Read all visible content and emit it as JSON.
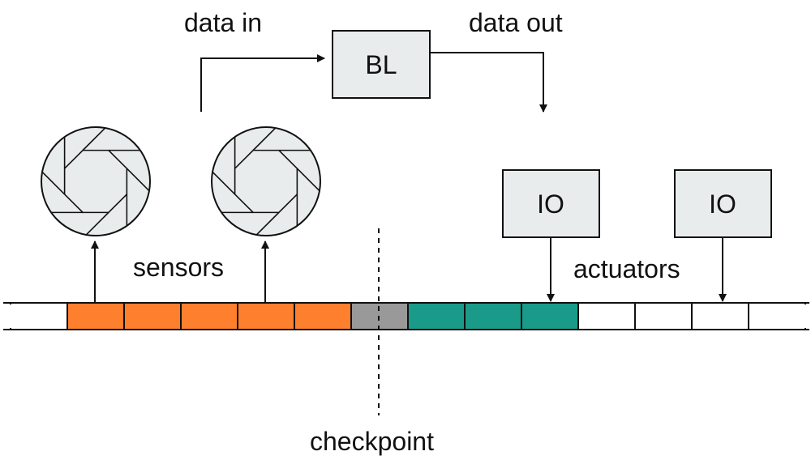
{
  "labels": {
    "data_in": "data in",
    "data_out": "data out",
    "sensors": "sensors",
    "actuators": "actuators",
    "checkpoint": "checkpoint"
  },
  "boxes": {
    "bl": "BL",
    "io_1": "IO",
    "io_2": "IO"
  },
  "colors": {
    "sensor_segment": "#fe7f2d",
    "checkpoint_segment": "#999999",
    "processed_segment": "#1a9b8a",
    "empty_segment": "#ffffff",
    "box_fill": "#e8ecec",
    "icon_fill": "#e8ecec",
    "stroke": "#111111"
  },
  "tape": {
    "segments": [
      "empty",
      "sensor",
      "sensor",
      "sensor",
      "sensor",
      "sensor",
      "checkpoint",
      "processed",
      "processed",
      "processed",
      "empty",
      "empty",
      "empty",
      "empty"
    ]
  }
}
